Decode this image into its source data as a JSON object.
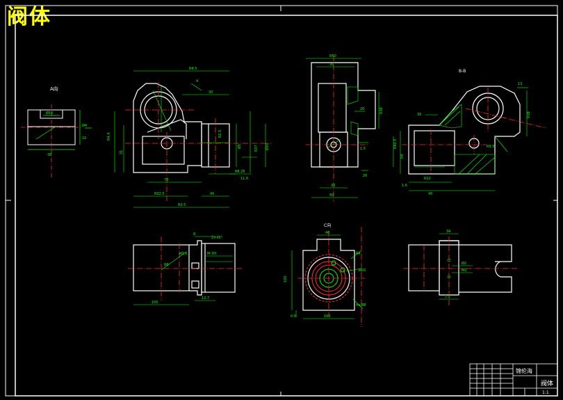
{
  "header": {
    "title": "阀体"
  },
  "views": {
    "section_a_label": "A向",
    "section_bb_label": "B-B",
    "view_c_label": "C向"
  },
  "title_block": {
    "company": "锦伦海",
    "part_name": "阀体",
    "scale": "1:1"
  },
  "colors": {
    "background": "#000000",
    "outline": "#ffffff",
    "dimension": "#00ff00",
    "centerline": "#ff3030",
    "hatch": "#00ff00",
    "title": "#ffff00"
  }
}
